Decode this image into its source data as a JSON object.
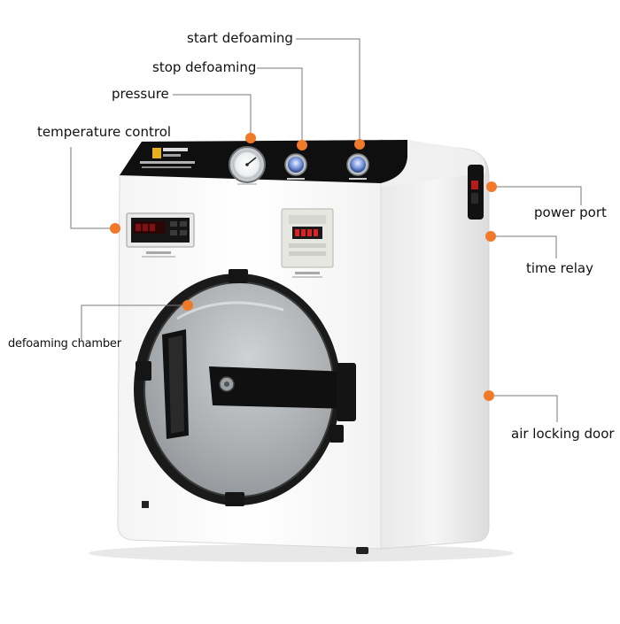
{
  "labels": {
    "start_defoaming": "start defoaming",
    "stop_defoaming": "stop defoaming",
    "pressure": "pressure",
    "temperature_control": "temperature control",
    "defoaming_chamber": "defoaming chamber",
    "power_port": "power port",
    "time_relay": "time relay",
    "air_locking_door": "air locking door"
  },
  "colors": {
    "dot": "#f07a2a",
    "leader": "#7a7a7a",
    "body": "#ffffff",
    "top_panel": "#111111"
  }
}
